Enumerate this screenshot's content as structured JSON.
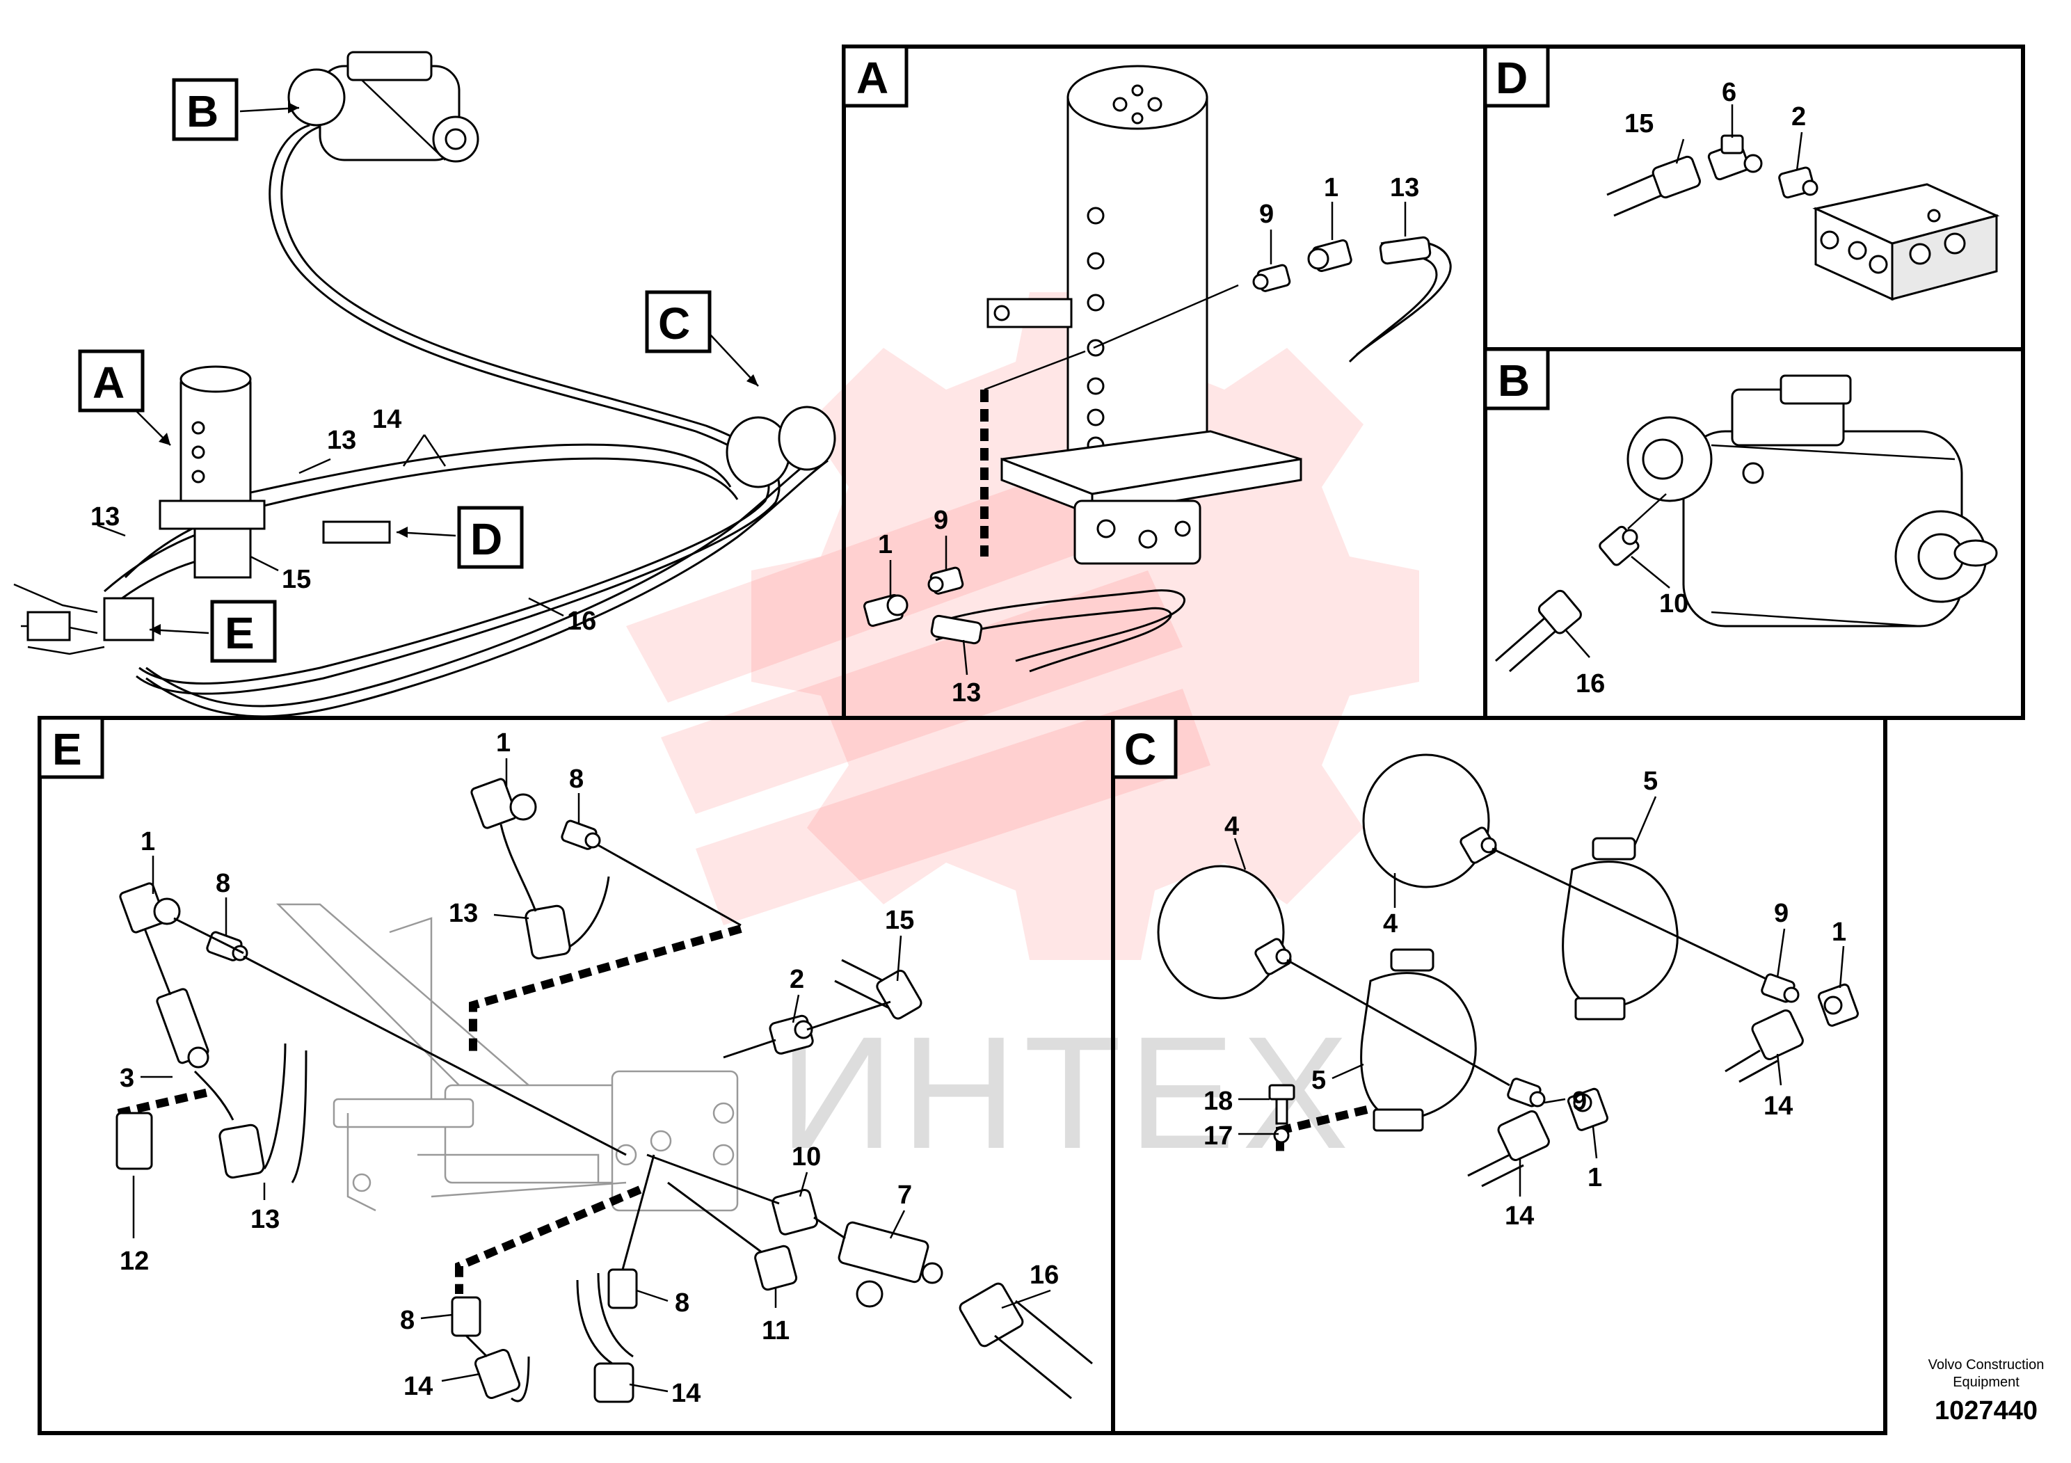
{
  "view_tags": {
    "A": "A",
    "B": "B",
    "C": "C",
    "D": "D",
    "E": "E"
  },
  "watermark": {
    "text": "ИНТЕХ",
    "color": "#ff3b3b"
  },
  "brand": {
    "line1": "Volvo Construction",
    "line2": "Equipment",
    "doc_number": "1027440"
  },
  "overview_labels": {
    "n13a": "13",
    "n14": "14",
    "n13b": "13",
    "n15": "15",
    "n16": "16"
  },
  "panel_A_labels": {
    "n9a": "9",
    "n1a": "1",
    "n13a": "13",
    "n1b": "1",
    "n9b": "9",
    "n13b": "13"
  },
  "panel_D_labels": {
    "n15": "15",
    "n6": "6",
    "n2": "2"
  },
  "panel_B_labels": {
    "n10": "10",
    "n16": "16"
  },
  "panel_E_labels": {
    "n1a": "1",
    "n8a": "8",
    "n13a": "13",
    "n1b": "1",
    "n8b": "8",
    "n3": "3",
    "n12": "12",
    "n13b": "13",
    "n15": "15",
    "n2": "2",
    "n10": "10",
    "n7": "7",
    "n11": "11",
    "n16": "16",
    "n8c": "8",
    "n8d": "8",
    "n14a": "14",
    "n14b": "14"
  },
  "panel_C_labels": {
    "n4a": "4",
    "n5a": "5",
    "n4b": "4",
    "n9a": "9",
    "n1a": "1",
    "n18": "18",
    "n5b": "5",
    "n17": "17",
    "n9b": "9",
    "n14a": "14",
    "n1b": "1",
    "n14b": "14"
  }
}
